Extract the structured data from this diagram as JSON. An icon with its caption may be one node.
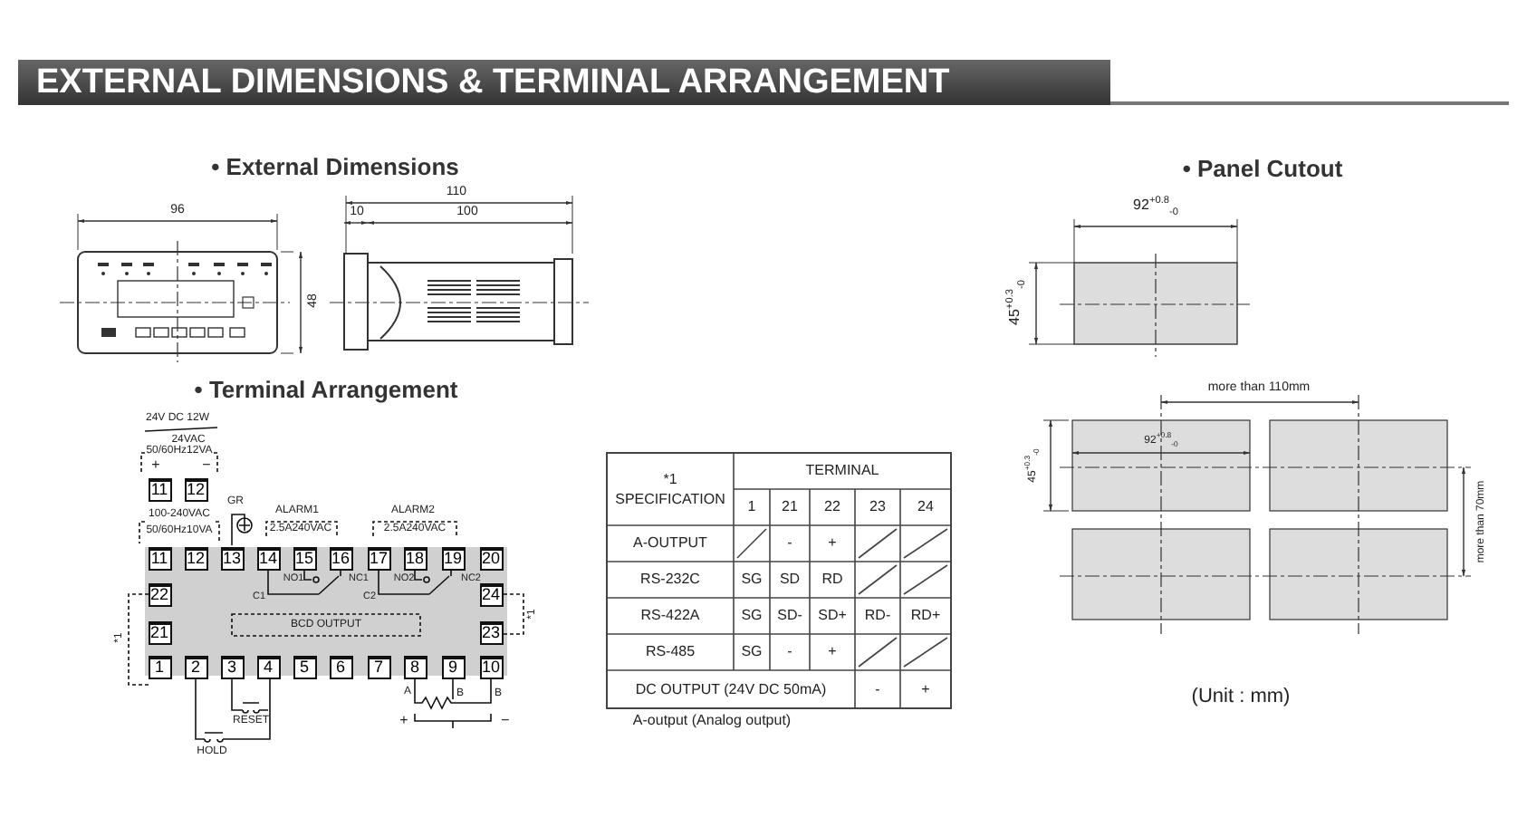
{
  "diagram": {
    "title": "EXTERNAL DIMENSIONS & TERMINAL ARRANGEMENT",
    "nodes": [
      {
        "text": [
          "11"
        ]
      },
      {
        "text": [
          "12"
        ]
      },
      {
        "text": [
          "11"
        ]
      },
      {
        "text": [
          "12"
        ]
      },
      {
        "text": [
          "13"
        ]
      },
      {
        "text": [
          "14"
        ]
      },
      {
        "text": [
          "15"
        ]
      },
      {
        "text": [
          "16"
        ]
      },
      {
        "text": [
          "17"
        ]
      },
      {
        "text": [
          "18"
        ]
      },
      {
        "text": [
          "19"
        ]
      },
      {
        "text": [
          "20"
        ]
      },
      {
        "text": [
          "22"
        ]
      },
      {
        "text": [
          "24"
        ]
      },
      {
        "text": [
          "21"
        ]
      },
      {
        "text": [
          "23"
        ]
      },
      {
        "text": [
          "1"
        ]
      },
      {
        "text": [
          "2"
        ]
      },
      {
        "text": [
          "3"
        ]
      },
      {
        "text": [
          "4"
        ]
      },
      {
        "text": [
          "5"
        ]
      },
      {
        "text": [
          "6"
        ]
      },
      {
        "text": [
          "7"
        ]
      },
      {
        "text": [
          "8"
        ]
      },
      {
        "text": [
          "9"
        ]
      },
      {
        "text": [
          "10"
        ]
      }
    ],
    "labels": [
      "• External Dimensions",
      "• Panel Cutout",
      "110",
      "96",
      "10",
      "100",
      "48",
      "92$^{+0.8}$$_{-0}$",
      "45$^{+0.3}$$_{-0}$",
      "• Terminal Arrangement",
      "more than 110mm",
      "24V DC 12W",
      "24VAC",
      "50/60Hz12VA",
      "+",
      "−",
      "92$^{+0.8}$$_{-0}$",
      "45$^{+0.3}$$_{-0}$",
      "100-240VAC",
      "50/60Hz10VA",
      "GR",
      "ALARM1",
      "2.5A240VAC",
      "ALARM2",
      "2.5A240VAC",
      "NO1",
      "NC1",
      "NO2",
      "NC2",
      "C1",
      "C2",
      "BCD OUTPUT",
      "*1",
      "*1",
      "*1 SPECIFICATION",
      "TERMINAL",
      "1",
      "21",
      "22",
      "23",
      "24",
      "A-OUTPUT",
      "-",
      "+",
      "RS-232C",
      "SG",
      "SD",
      "RD",
      "RS-422A",
      "SG",
      "SD-",
      "SD+",
      "RD-",
      "RD+",
      "RS-485",
      "SG",
      "-",
      "+",
      "DC OUTPUT (24V DC 50mA)",
      "-",
      "+",
      "more than 70mm",
      "A-output (Analog output)",
      "(Unit : mm)",
      "RESET",
      "A",
      "B",
      "B",
      "+",
      "−",
      "HOLD"
    ]
  }
}
